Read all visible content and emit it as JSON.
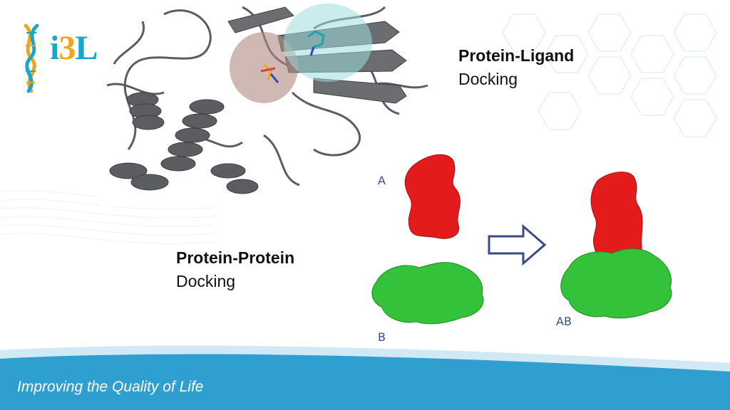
{
  "logo": {
    "text_part1": "i",
    "text_part2": "3",
    "text_part3": "L"
  },
  "protein_ligand": {
    "title": "Protein-Ligand",
    "subtitle": "Docking"
  },
  "protein_protein": {
    "title": "Protein-Protein",
    "subtitle": "Docking",
    "label_a": "A",
    "label_b": "B",
    "label_ab": "AB"
  },
  "footer": {
    "tagline": "Improving the Quality of Life"
  },
  "colors": {
    "teal": "#1aa6c9",
    "orange": "#f2a614",
    "footer_blue": "#2f9fd0",
    "protein_red": "#e41b1b",
    "protein_green": "#34c23a",
    "ribbon_gray": "#5b5d61"
  }
}
